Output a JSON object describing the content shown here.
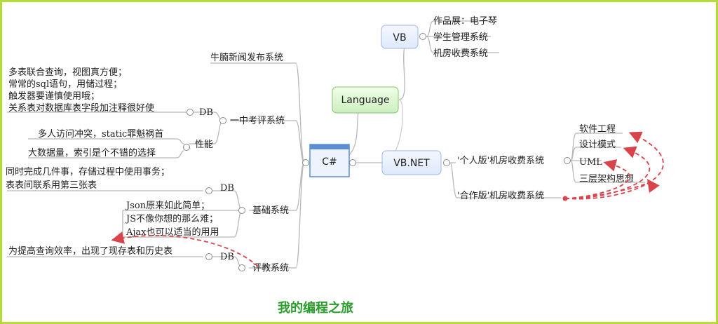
{
  "root": {
    "label": "C#"
  },
  "language": {
    "label": "Language"
  },
  "vb": {
    "label": "VB",
    "items": [
      "作品展：电子琴",
      "学生管理系统",
      "机房收费系统"
    ]
  },
  "vbnet": {
    "label": "VB.NET",
    "personal": {
      "label": "'个人版'机房收费系统",
      "items": [
        "软件工程",
        "设计模式",
        "UML",
        "三层架构思想"
      ]
    },
    "coop": {
      "label": "'合作版'机房收费系统"
    }
  },
  "left": {
    "news": "牛腩新闻发布系统",
    "exam": {
      "label": "一中考评系统",
      "db": {
        "label": "DB",
        "items": [
          "多表联合查询，视图真方便；",
          "常常的sql语句，用储过程；",
          "触发器要谨慎使用哦；",
          "关系表对数据库表字段加注释很好使"
        ]
      },
      "perf": {
        "label": "性能",
        "items": [
          "多人访问冲突，static罪魁祸首",
          "大数据量，索引是个不错的选择"
        ]
      }
    },
    "basic": {
      "label": "基础系统",
      "db": {
        "label": "DB",
        "items": [
          "同时完成几件事，存储过程中使用事务；",
          "表表间联系用第三张表"
        ]
      },
      "js": [
        "Json原来如此简单；",
        "JS不像你想的那么难；",
        "Ajax也可以适当的用用"
      ]
    },
    "eval": {
      "label": "评教系统",
      "db": {
        "label": "DB",
        "items": [
          "为提高查询效率，出现了现存表和历史表"
        ]
      }
    }
  },
  "caption": "我的编程之旅"
}
